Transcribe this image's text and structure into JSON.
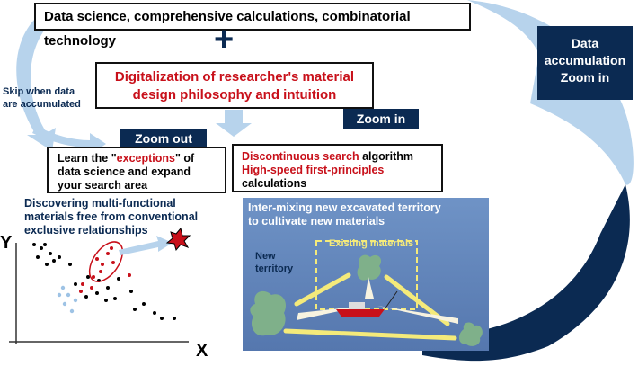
{
  "top_box": "Data science, comprehensive calculations, combinatorial technology",
  "plus_sign": "+",
  "center_box": {
    "line1": "Digitalization of researcher's material",
    "line2": "design philosophy and intuition"
  },
  "skip_label": {
    "line1": "Skip when data",
    "line2": "are accumulated"
  },
  "right_label": {
    "line1": "Data",
    "line2": "accumulation",
    "line3": "Zoom in"
  },
  "zoom_in_label": "Zoom in",
  "zoom_out_label": "Zoom out",
  "left_box": {
    "part1": "Learn the \"",
    "highlight": "exceptions",
    "part2": "\" of",
    "line2": "data science and expand",
    "line3": "your search area"
  },
  "right_box": {
    "highlight1": "Discontinuous search",
    "text1": " algorithm",
    "highlight2": "High-speed first-principles",
    "line3": "calculations"
  },
  "discover_text": {
    "line1": "Discovering multi-functional",
    "line2": "materials free from conventional",
    "line3": "exclusive relationships"
  },
  "axis": {
    "y": "Y",
    "x": "X"
  },
  "map_panel": {
    "title_line1": "Inter-mixing new excavated territory",
    "title_line2": "to cultivate new materials",
    "existing": "Existing materials",
    "new_line1": "New",
    "new_line2": "territory"
  },
  "colors": {
    "navy": "#0b2a52",
    "red": "#c8101a",
    "light_blue": "#b7d3ec",
    "panel_blue": "#5f86bd",
    "yellow": "#f4ea7a"
  }
}
